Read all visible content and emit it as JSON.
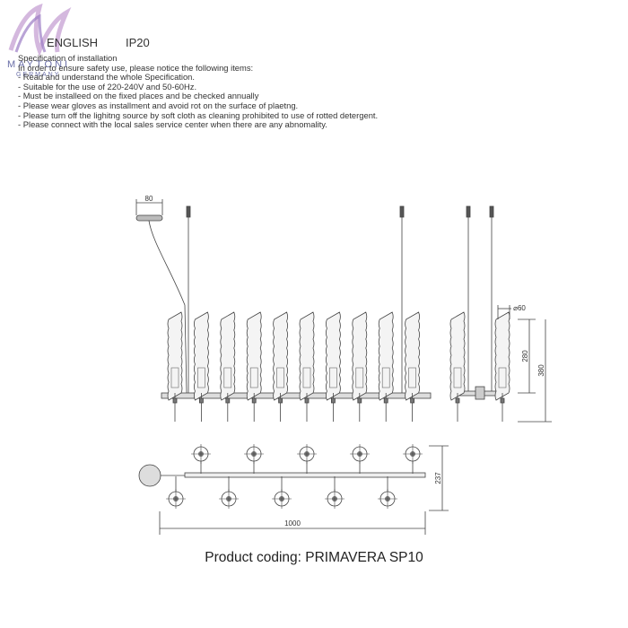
{
  "brand": {
    "name": "MAYTONI",
    "sub": "GERMANY"
  },
  "header": {
    "language": "ENGLISH",
    "protection": "IP20"
  },
  "spec": {
    "title": "Specification of installation",
    "lines": [
      "In order to ensure safety use, please notice the following items:",
      "- Read and understand the whole Specification.",
      "- Suitable for the use of 220-240V and 50-60Hz.",
      "- Must be installeed on the fixed places and be checked annually",
      "- Please wear gloves as installment and avoid rot on the surface of plaetng.",
      "- Please turn off the lighitng source by soft cloth as cleaning prohibited to use of rotted detergent.",
      "- Please connect with the local sales service center when there are any abnomality."
    ]
  },
  "dimensions": {
    "canopy": "80",
    "shade_diameter": "⌀60",
    "shade_height": "280",
    "total_height": "380",
    "depth": "237",
    "length": "1000"
  },
  "product": {
    "coding": "Product coding: PRIMAVERA SP10"
  }
}
